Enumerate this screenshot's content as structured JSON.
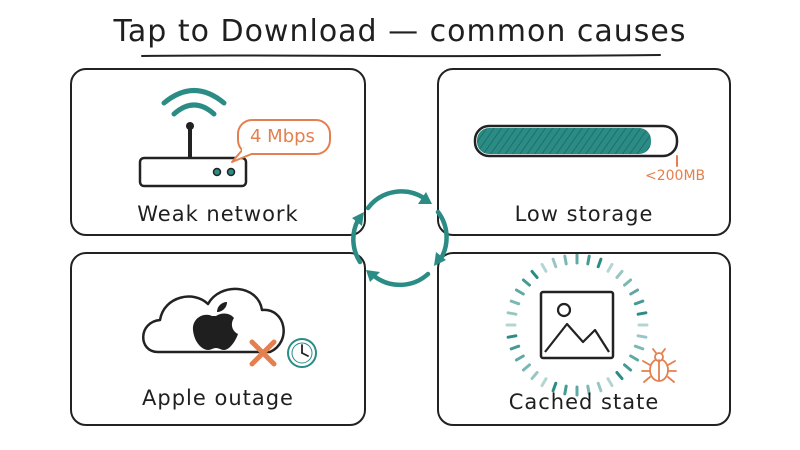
{
  "title": "Tap to Download — common causes",
  "colors": {
    "teal": "#2a8c84",
    "orange": "#e4804f",
    "ink": "#222222"
  },
  "cards": {
    "weak_network": {
      "label": "Weak network",
      "speed_badge": "4 Mbps",
      "icon": "wifi-router-icon"
    },
    "low_storage": {
      "label": "Low storage",
      "storage_note": "<200MB",
      "icon": "storage-bar-icon",
      "fill_fraction": 0.88
    },
    "apple_outage": {
      "label": "Apple outage",
      "icon": "apple-cloud-icon"
    },
    "cached_state": {
      "label": "Cached state",
      "icon": "image-bug-icon"
    }
  },
  "center_icon": "refresh-cycle-icon"
}
